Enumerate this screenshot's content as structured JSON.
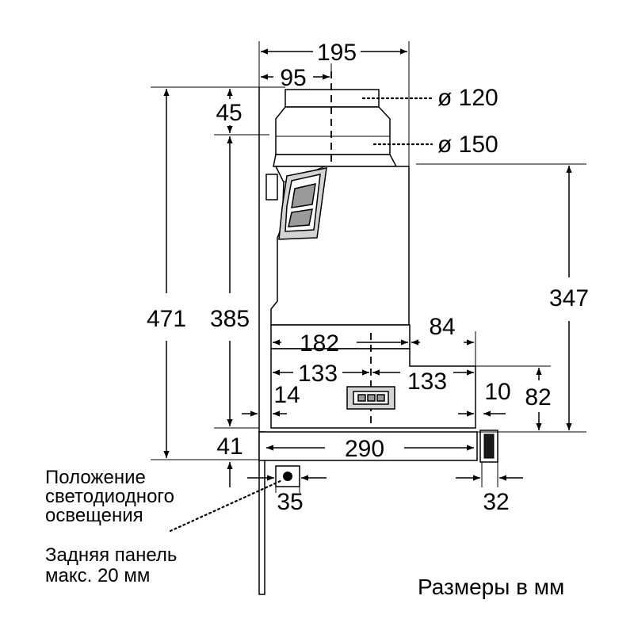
{
  "dimensions": {
    "d195": "195",
    "d95": "95",
    "d45": "45",
    "dia120": "ø 120",
    "dia150": "ø 150",
    "d471": "471",
    "d385": "385",
    "d347": "347",
    "d182": "182",
    "d84": "84",
    "d133_left": "133",
    "d133_right": "133",
    "d14": "14",
    "d10": "10",
    "d82": "82",
    "d41": "41",
    "d290": "290",
    "d35": "35",
    "d32": "32"
  },
  "labels": {
    "led_line1": "Положение",
    "led_line2": "светодиодного",
    "led_line3": "освещения",
    "rear_line1": "Задняя панель",
    "rear_line2": "макс. 20 мм",
    "units": "Размеры в мм"
  }
}
